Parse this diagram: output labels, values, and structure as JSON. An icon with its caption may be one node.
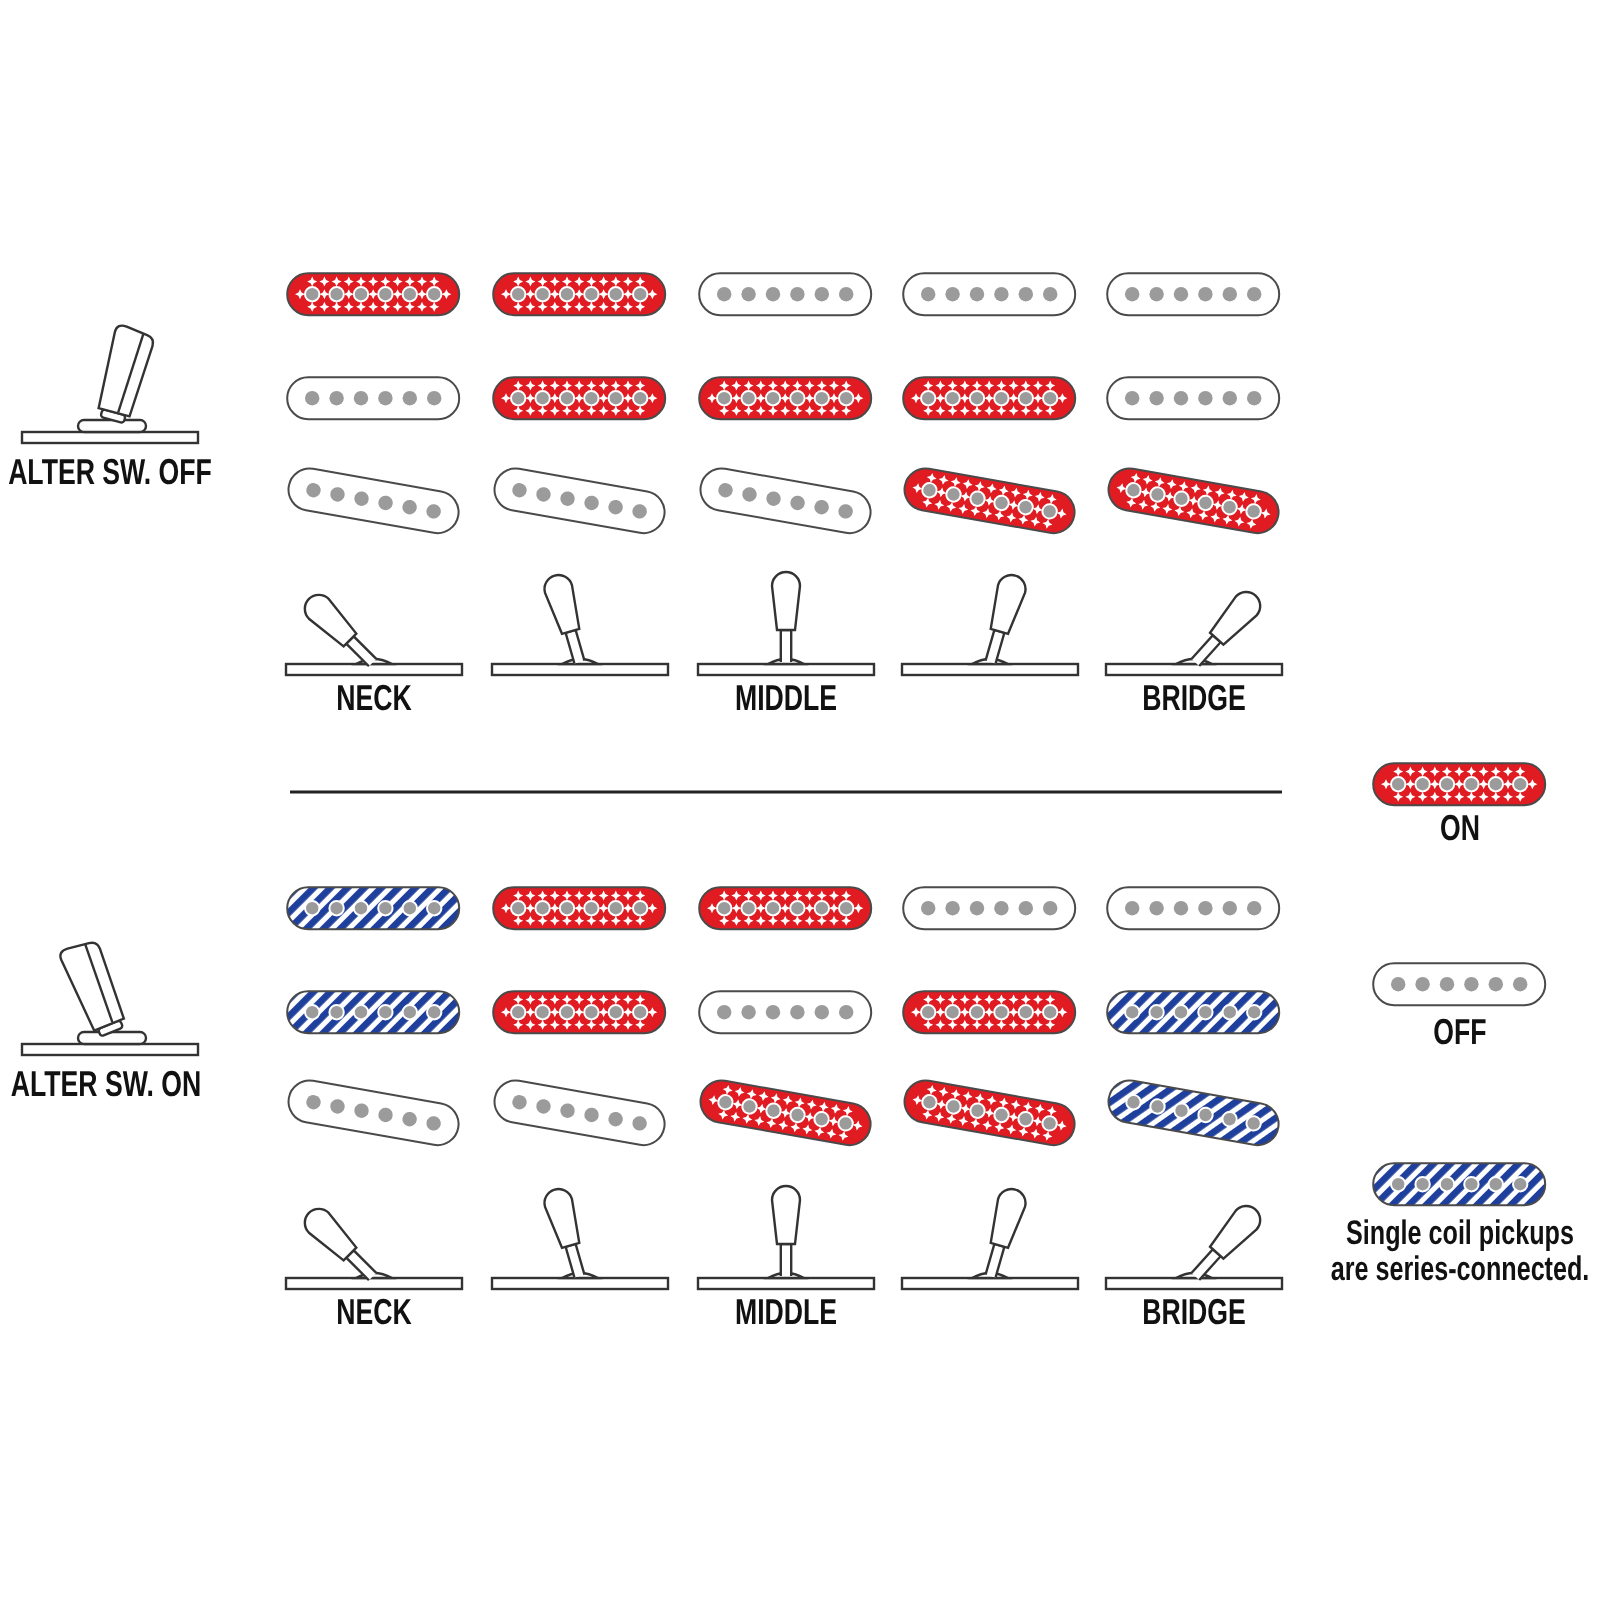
{
  "diagram": {
    "labels": [
      "ALTER SW. OFF",
      "NECK",
      "MIDDLE",
      "BRIDGE",
      "ALTER SW. ON",
      "NECK",
      "MIDDLE",
      "BRIDGE"
    ],
    "legend": [
      {
        "text": "ON"
      },
      {
        "text": "OFF"
      },
      {
        "text": "Single coil pickups are series-connected."
      }
    ]
  }
}
